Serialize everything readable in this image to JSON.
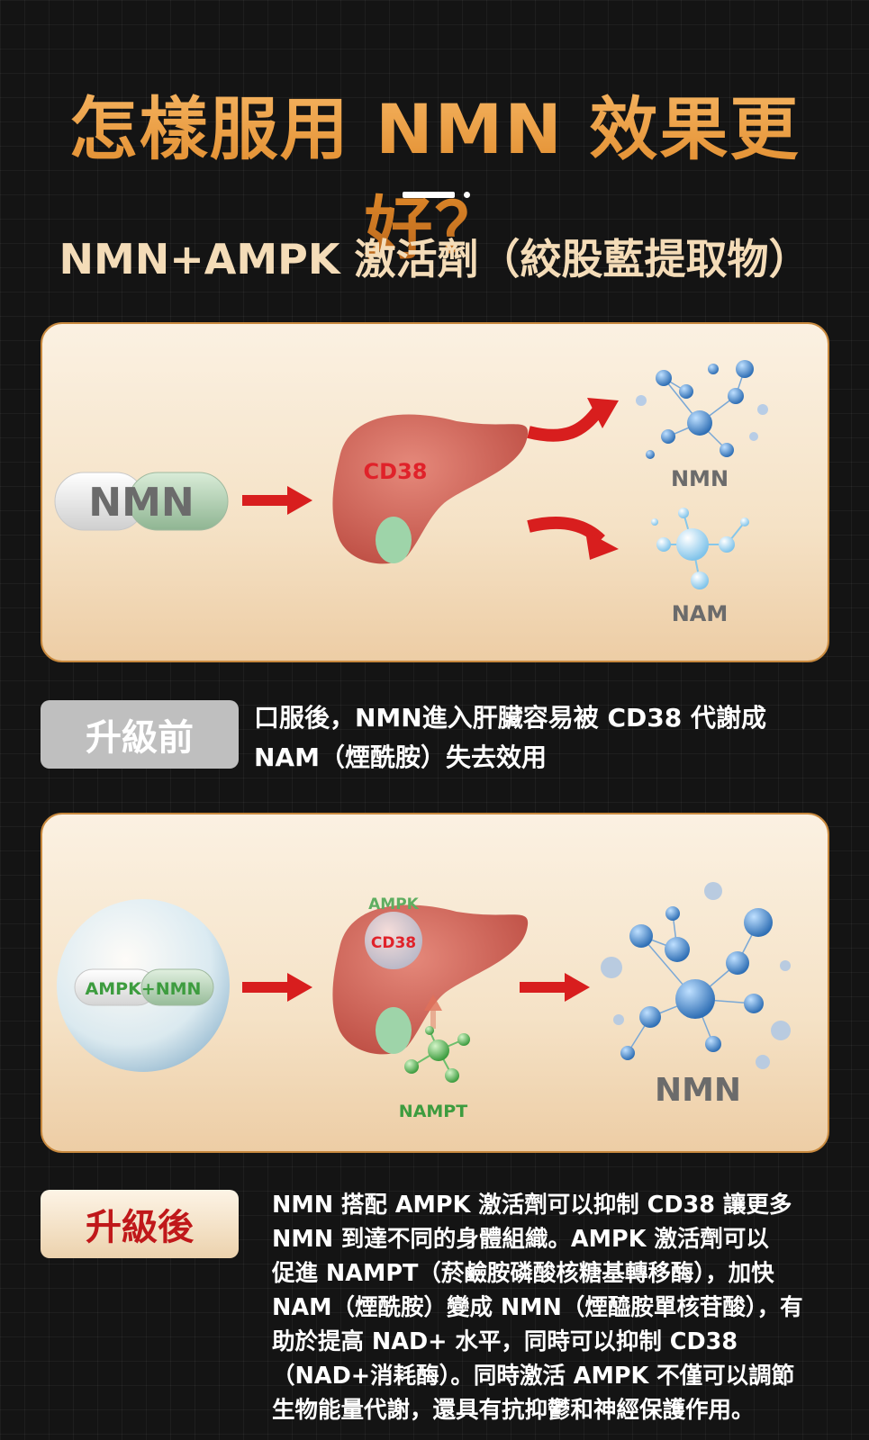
{
  "title": "怎樣服用 NMN 效果更好？",
  "subtitle": "NMN+AMPK 激活劑（絞股藍提取物）",
  "panel_before": {
    "capsule_label": "NMN",
    "liver_label": "CD38",
    "output_top_label": "NMN",
    "output_bottom_label": "NAM"
  },
  "panel_after": {
    "capsule_label": "AMPK+NMN",
    "liver_label_top": "AMPK",
    "liver_label": "CD38",
    "enzyme_label": "NAMPT",
    "output_label": "NMN"
  },
  "before": {
    "badge": "升級前",
    "lines": [
      "口服後，NMN進入肝臟容易被 CD38 代謝成",
      "NAM（煙酰胺）失去效用"
    ]
  },
  "after": {
    "badge": "升級後",
    "lines": [
      "NMN 搭配 AMPK 激活劑可以抑制 CD38 讓更多",
      "NMN 到達不同的身體組織。AMPK 激活劑可以",
      "促進 NAMPT（菸鹼胺磷酸核糖基轉移酶），加快",
      "NAM（煙酰胺）變成 NMN（煙醯胺單核苷酸），有",
      "助於提高 NAD+ 水平，同時可以抑制 CD38",
      "（NAD+消耗酶）。同時激活 AMPK 不僅可以調節",
      "生物能量代謝，還具有抗抑鬱和神經保護作用。"
    ]
  },
  "colors": {
    "title_gold": "#e08a2a",
    "arrow_red": "#d81e1e",
    "liver": "#d2665a",
    "molecule_blue": "#4d8fd0",
    "molecule_green": "#49b24e"
  }
}
